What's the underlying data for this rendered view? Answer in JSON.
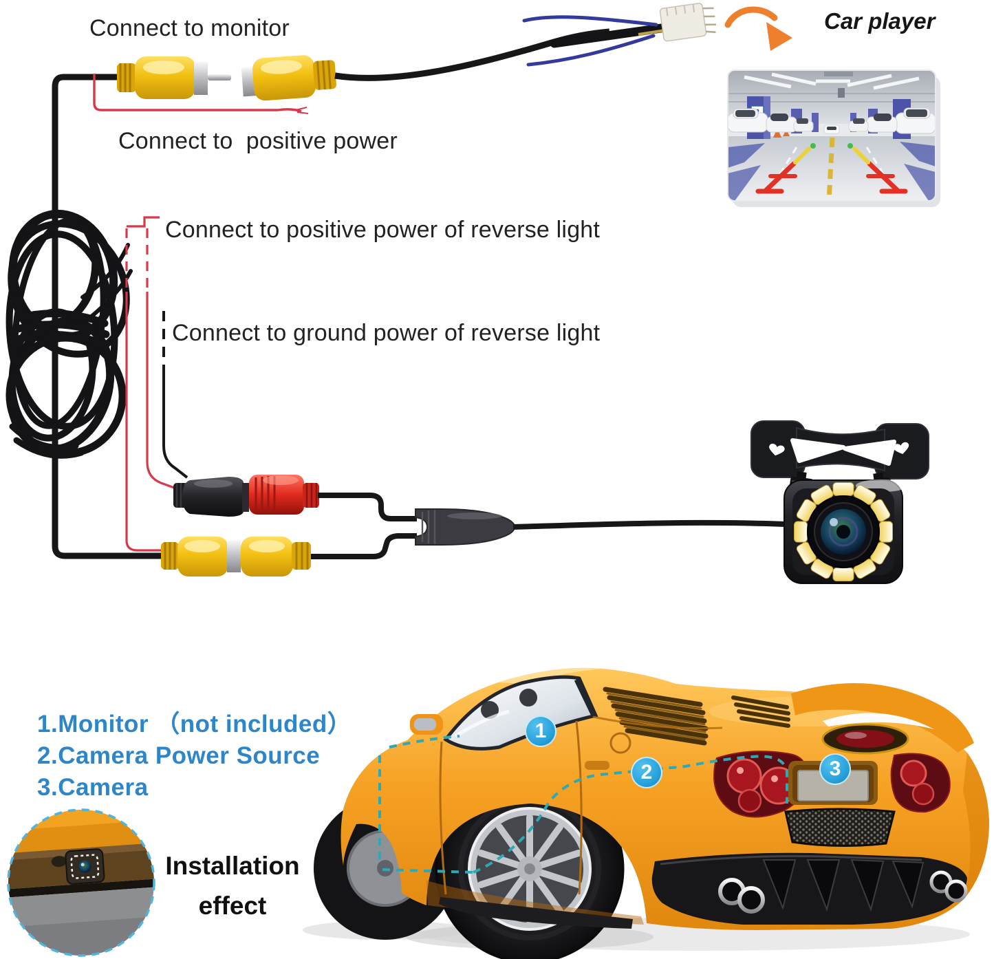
{
  "labels": {
    "connect_monitor": "Connect to monitor",
    "connect_positive_power": "Connect to  positive power",
    "connect_reverse_positive": "Connect to positive power of reverse light",
    "connect_reverse_ground": "Connect to ground power of reverse light",
    "car_player": "Car player",
    "installation_effect_line1": "Installation",
    "installation_effect_line2": "effect"
  },
  "legend": {
    "lines": [
      "1.Monitor （not included）",
      "2.Camera Power Source",
      "3.Camera"
    ]
  },
  "markers": [
    {
      "number": "1"
    },
    {
      "number": "2"
    },
    {
      "number": "3"
    }
  ],
  "icons": {
    "car_player_arrow": "curved-arrow-icon",
    "bracket_holes": "heart-cutout-icon",
    "reverse_view_overlay": "parking-guidelines-icon"
  },
  "colors": {
    "label-text": "#222222",
    "legend-blue": "#2e86c8",
    "marker-blue": "#29a3dc",
    "wire-red": "#d6394a",
    "rca-yellow": "#f2c011",
    "dc-red": "#e02a1e",
    "car-orange": "#f49b1c",
    "route-teal": "#2fa8b6",
    "arrow-orange": "#ee7f2d"
  }
}
